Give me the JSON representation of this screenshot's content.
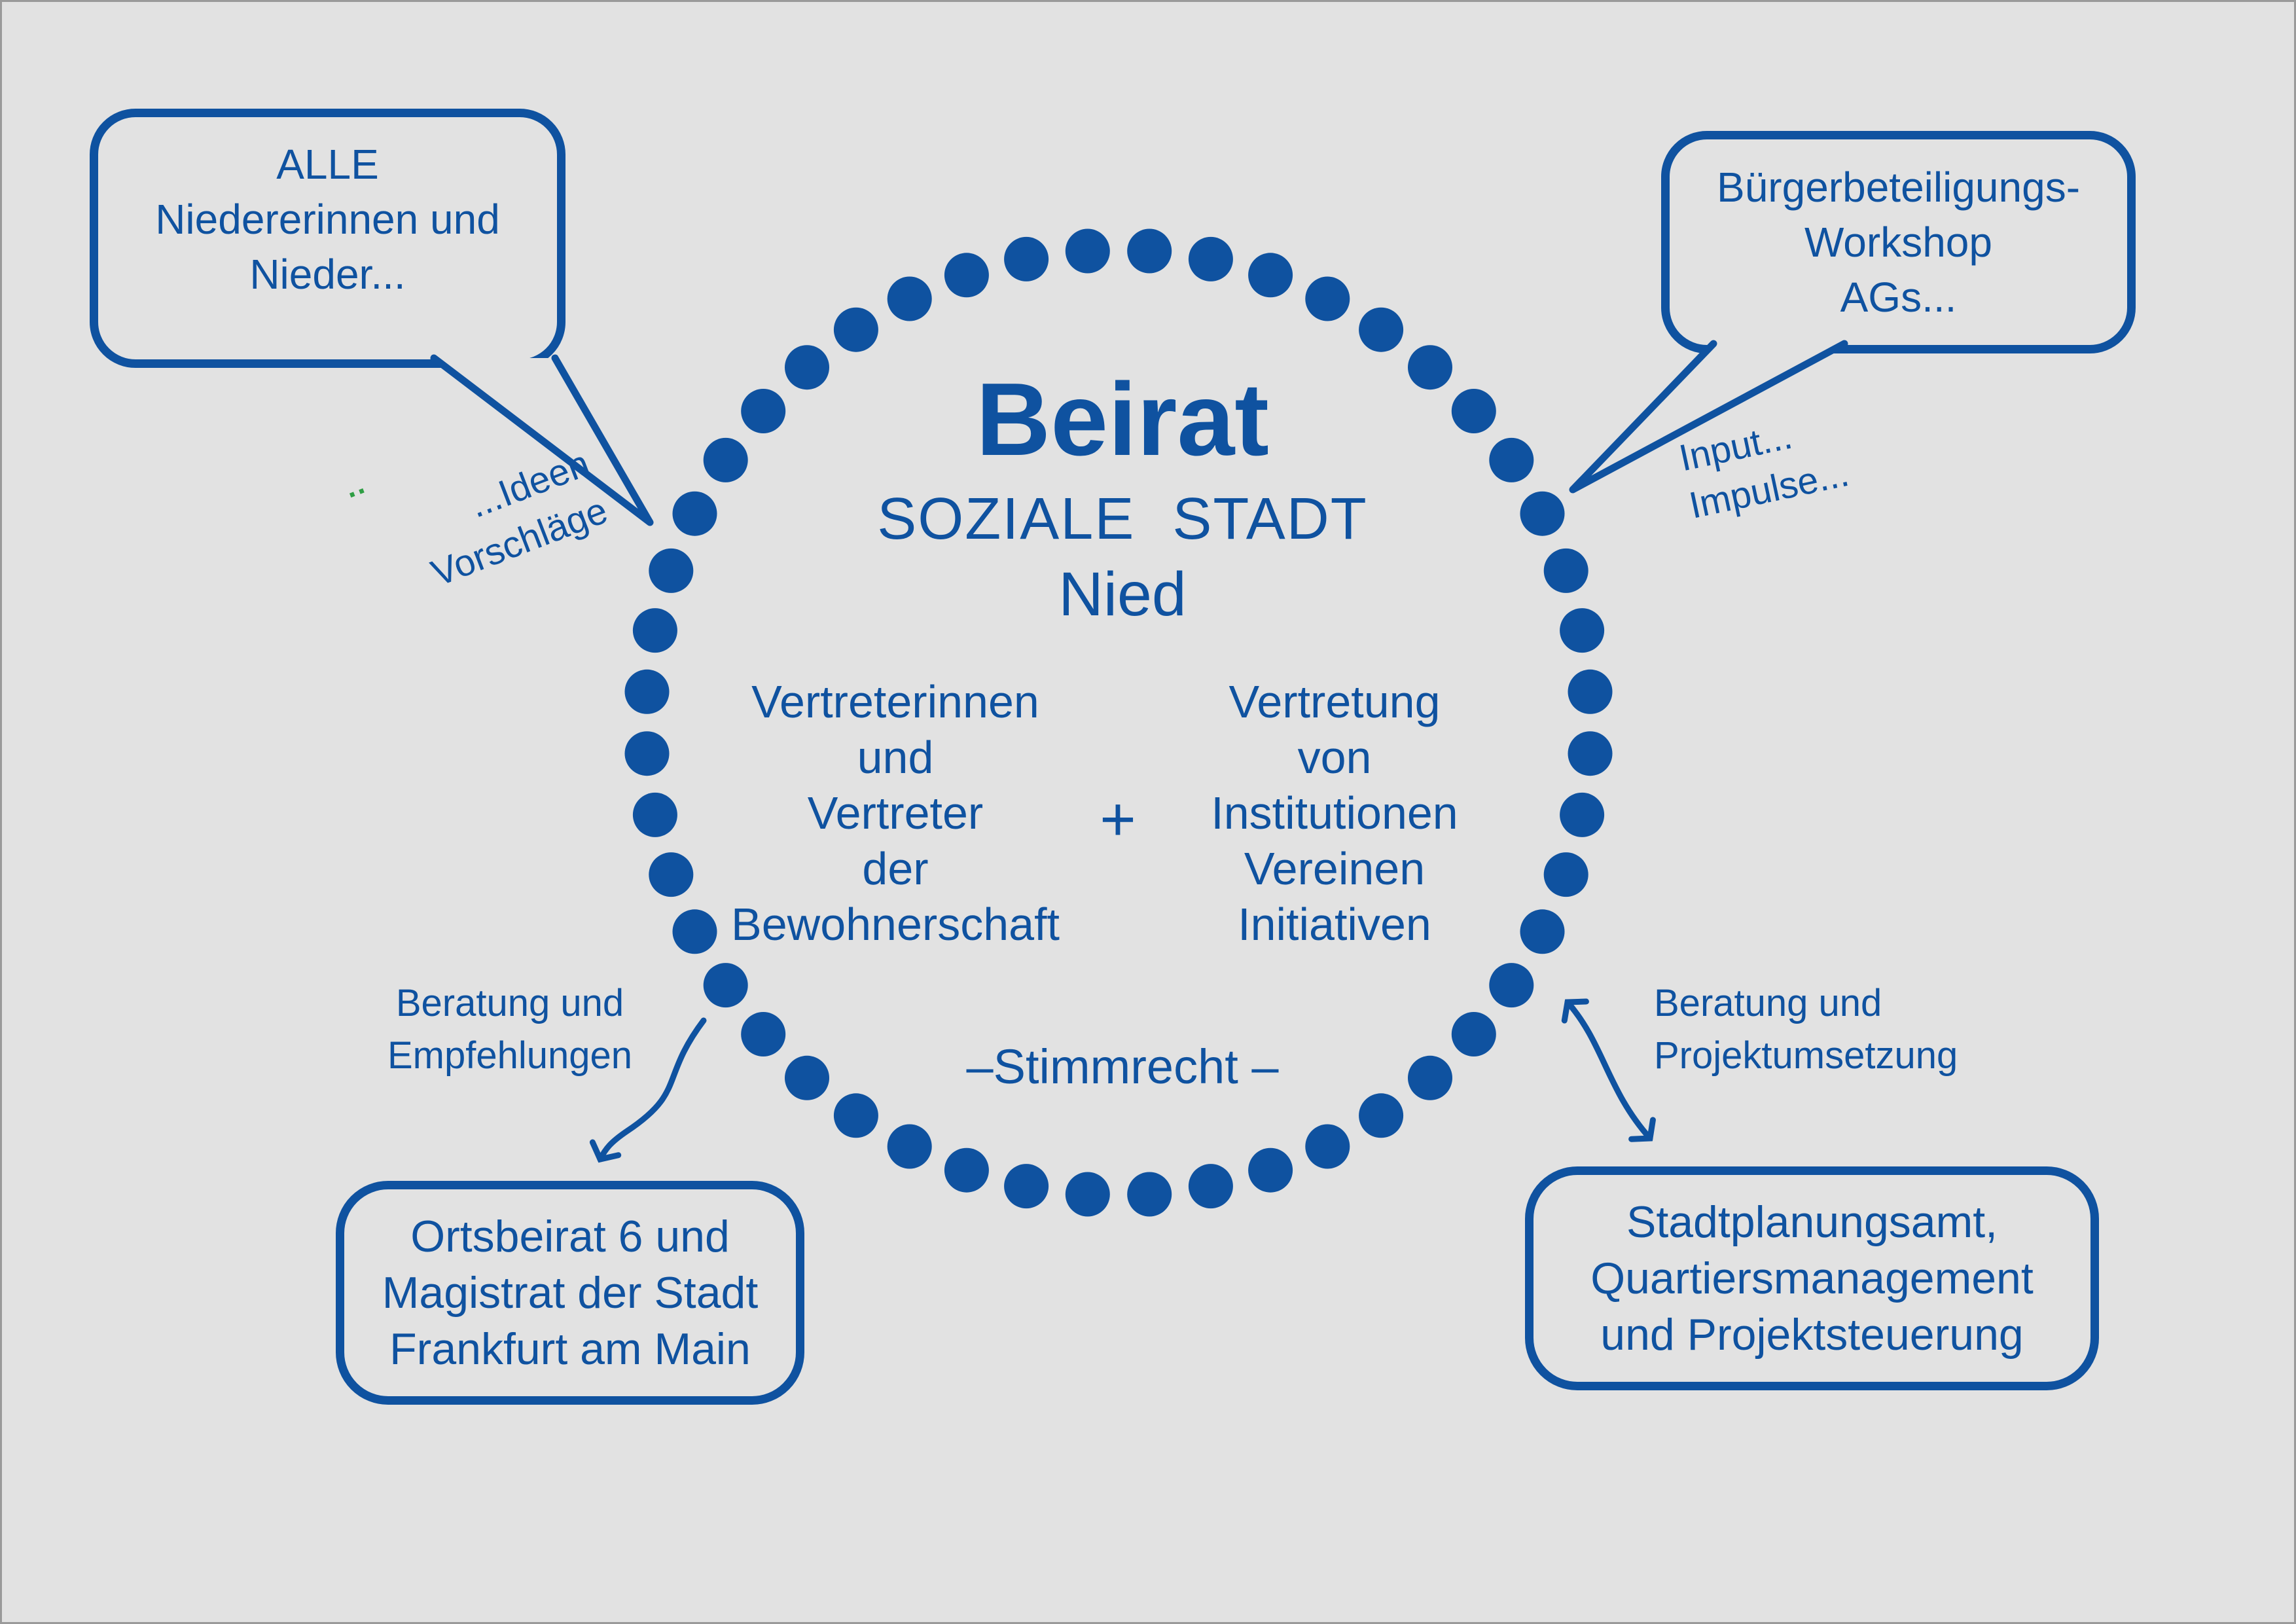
{
  "colors": {
    "blue": "#0f52a0",
    "background": "#e2e2e2",
    "artifact_green": "#2f9e44",
    "border_gray": "#9a9a9a"
  },
  "center": {
    "title": "Beirat",
    "subtitle": "SOZIALE STADT",
    "location": "Nied",
    "plus_sign": "+",
    "voting_note": "–Stimmrecht –",
    "left_group": [
      "Vertreterinnen",
      "und",
      "Vertreter",
      "der",
      "Bewohnerschaft"
    ],
    "right_group": [
      "Vertretung",
      "von",
      "Institutionen",
      "Vereinen",
      "Initiativen"
    ]
  },
  "speech_bubbles": {
    "top_left": [
      "ALLE",
      "Niedererinnen und",
      "Nieder..."
    ],
    "top_right": [
      "Bürgerbeteiligungs-",
      "Workshop",
      "AGs..."
    ]
  },
  "boxes": {
    "bottom_left": [
      "Ortsbeirat 6 und",
      "Magistrat der Stadt",
      "Frankfurt am Main"
    ],
    "bottom_right": [
      "Stadtplanungsamt,",
      "Quartiersmanagement",
      "und Projektsteuerung"
    ]
  },
  "annotations": {
    "ideas": [
      "...Ideen",
      "Vorschläge"
    ],
    "ideas_artifact": "··",
    "input": [
      "Input...",
      "Impulse..."
    ],
    "advice_left": [
      "Beratung und",
      "Empfehlungen"
    ],
    "advice_right": [
      "Beratung und",
      "Projektumsetzung"
    ]
  }
}
